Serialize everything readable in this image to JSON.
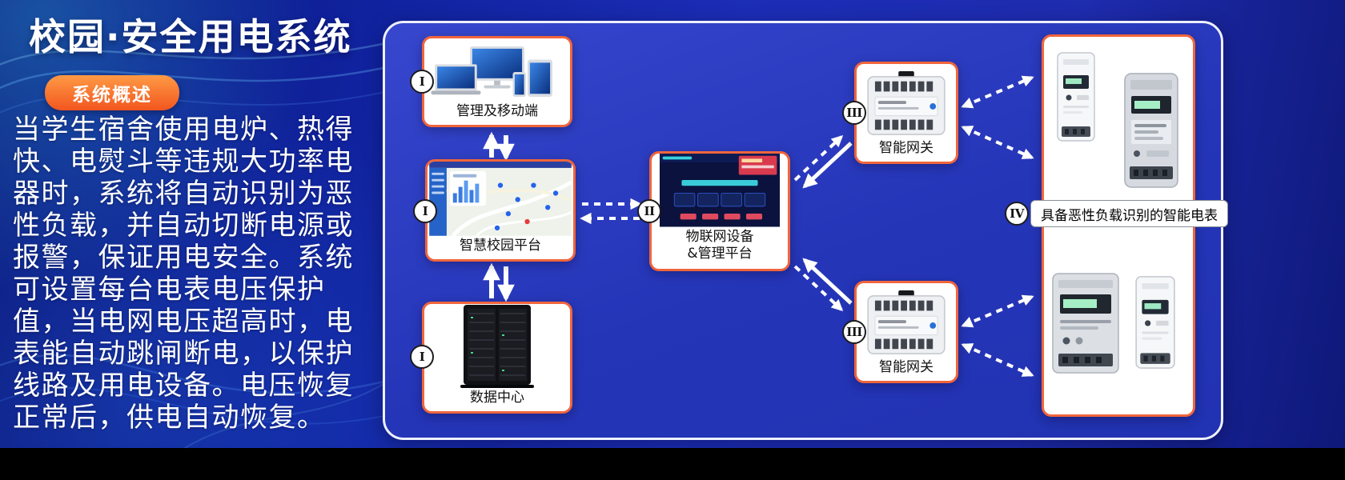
{
  "header": {
    "title": "校园·安全用电系统",
    "badge": "系统概述",
    "description": "当学生宿舍使用电炉、热得\n快、电熨斗等违规大功率电\n器时，系统将自动识别为恶\n性负载，并自动切断电源或\n报警，保证用电安全。系统\n可设置每台电表电压保护\n值，当电网电压超高时，电\n表能自动跳闸断电，以保护\n线路及用电设备。电压恢复\n正常后，供电自动恢复。"
  },
  "diagram": {
    "nodes": {
      "mgmt": {
        "numeral": "I",
        "label": "管理及移动端",
        "icon": "devices-cluster-icon"
      },
      "platform": {
        "numeral": "I",
        "label": "智慧校园平台",
        "icon": "campus-dashboard-icon"
      },
      "datacenter": {
        "numeral": "I",
        "label": "数据中心",
        "icon": "server-rack-icon"
      },
      "iot": {
        "numeral": "II",
        "label_line1": "物联网设备",
        "label_line2": "&管理平台",
        "icon": "iot-dashboard-icon"
      },
      "gateway_top": {
        "numeral": "III",
        "label": "智能网关",
        "icon": "gateway-device-icon"
      },
      "gateway_bottom": {
        "numeral": "III",
        "label": "智能网关",
        "icon": "gateway-device-icon"
      },
      "meters": {
        "numeral": "IV",
        "label": "具备恶性负载识别的智能电表",
        "icon": "smart-meter-icons"
      }
    }
  },
  "colors": {
    "background": "#10229e",
    "panel": "#2c3bc4",
    "card_border": "#f0653c",
    "badge_top": "#ff9a45",
    "badge_bottom": "#f2561f",
    "arrow": "#ffffff"
  }
}
